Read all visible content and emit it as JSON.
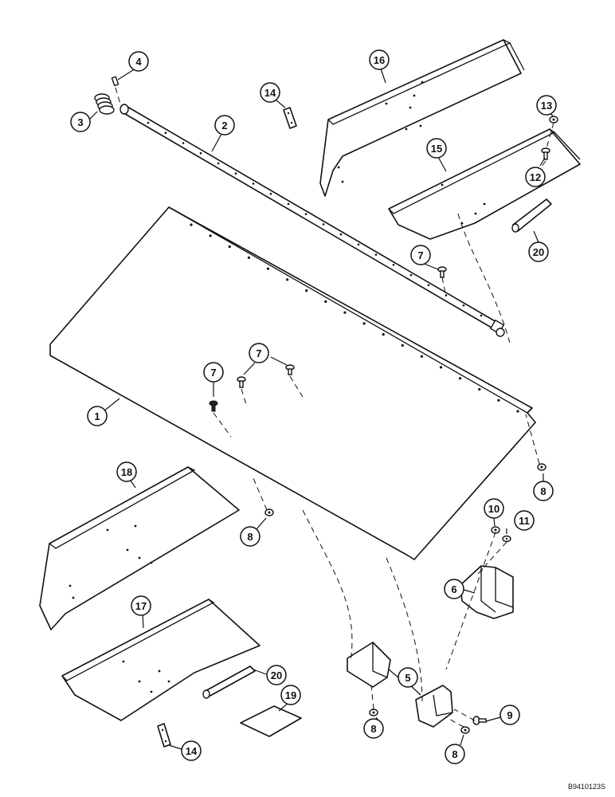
{
  "diagram": {
    "reference_code": "B9410123S",
    "callouts": [
      {
        "id": "c1",
        "label": "1"
      },
      {
        "id": "c2",
        "label": "2"
      },
      {
        "id": "c3",
        "label": "3"
      },
      {
        "id": "c4",
        "label": "4"
      },
      {
        "id": "c5",
        "label": "5"
      },
      {
        "id": "c6",
        "label": "6"
      },
      {
        "id": "c7a",
        "label": "7"
      },
      {
        "id": "c7b",
        "label": "7"
      },
      {
        "id": "c7c",
        "label": "7"
      },
      {
        "id": "c8a",
        "label": "8"
      },
      {
        "id": "c8b",
        "label": "8"
      },
      {
        "id": "c8c",
        "label": "8"
      },
      {
        "id": "c8d",
        "label": "8"
      },
      {
        "id": "c9",
        "label": "9"
      },
      {
        "id": "c10",
        "label": "10"
      },
      {
        "id": "c11",
        "label": "11"
      },
      {
        "id": "c12",
        "label": "12"
      },
      {
        "id": "c13",
        "label": "13"
      },
      {
        "id": "c14a",
        "label": "14"
      },
      {
        "id": "c14b",
        "label": "14"
      },
      {
        "id": "c15",
        "label": "15"
      },
      {
        "id": "c16",
        "label": "16"
      },
      {
        "id": "c17",
        "label": "17"
      },
      {
        "id": "c18",
        "label": "18"
      },
      {
        "id": "c19",
        "label": "19"
      },
      {
        "id": "c20a",
        "label": "20"
      },
      {
        "id": "c20b",
        "label": "20"
      }
    ]
  }
}
